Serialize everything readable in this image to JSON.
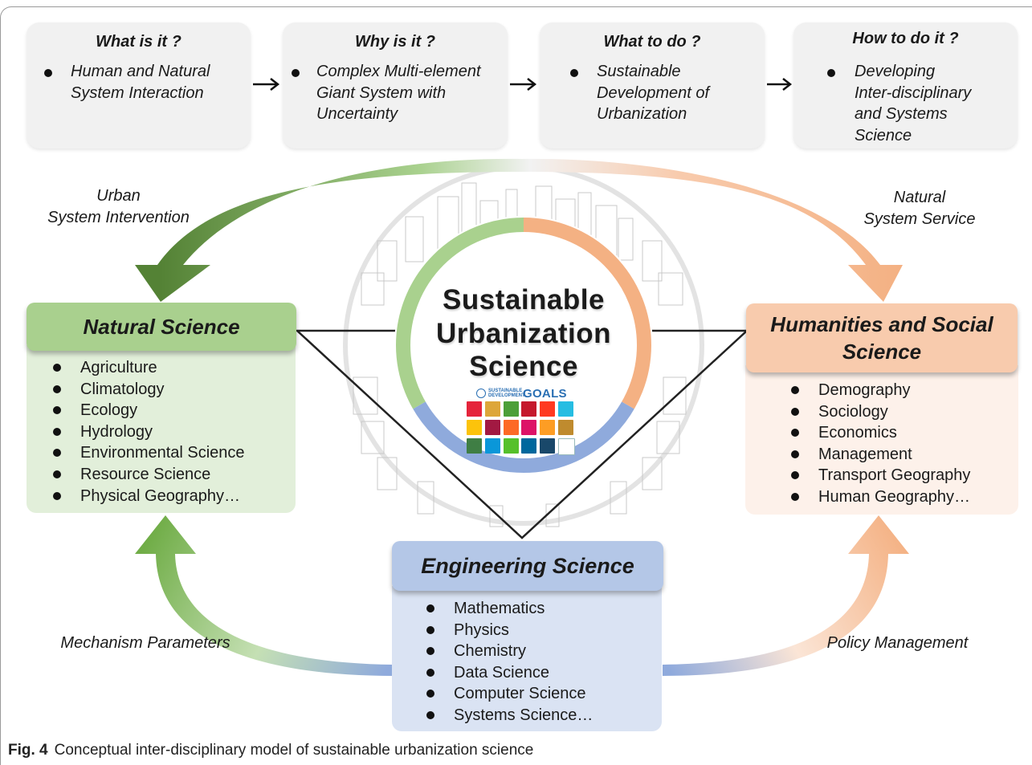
{
  "questions": [
    {
      "title": "What is it ?",
      "item": "Human and Natural\nSystem Interaction"
    },
    {
      "title": "Why is it ?",
      "item": "Complex Multi-element\nGiant System with\nUncertainty"
    },
    {
      "title": "What to do ?",
      "item": "Sustainable\nDevelopment of\nUrbanization"
    },
    {
      "title": "How to do it ?",
      "item": "Developing\nInter-disciplinary\nand Systems\nScience"
    }
  ],
  "center": {
    "title": "Sustainable Urbanization Science"
  },
  "sdg_logo": {
    "small_text": "SUSTAINABLE DEVELOPMENT",
    "word": "GOALS"
  },
  "sciences": {
    "natural": {
      "title": "Natural Science",
      "items": [
        "Agriculture",
        "Climatology",
        "Ecology",
        "Hydrology",
        "Environmental Science",
        "Resource Science",
        "Physical Geography…"
      ]
    },
    "humanities": {
      "title": "Humanities and Social Science",
      "items": [
        "Demography",
        "Sociology",
        "Economics",
        "Management",
        "Transport Geography",
        "Human Geography…"
      ]
    },
    "engineering": {
      "title": "Engineering Science",
      "items": [
        "Mathematics",
        "Physics",
        "Chemistry",
        "Data Science",
        "Computer Science",
        "Systems Science…"
      ]
    }
  },
  "flows": {
    "top_left": "Urban\nSystem Intervention",
    "top_right": "Natural\nSystem Service",
    "bottom_left": "Mechanism Parameters",
    "bottom_right": "Policy Management"
  },
  "caption": {
    "label": "Fig. 4",
    "text": "Conceptual inter-disciplinary model of sustainable urbanization science"
  },
  "colors": {
    "natural_head": "#a9d08e",
    "natural_body": "#e2efda",
    "humanities_head": "#f8cbad",
    "humanities_body": "#fdf1ea",
    "engineering_head": "#b4c7e7",
    "engineering_body": "#dae3f3",
    "arrow_green": "#548235",
    "arrow_orange": "#f4b183",
    "arrow_blue": "#8faadc",
    "ring_green": "#a9d18e",
    "ring_orange": "#f4b183",
    "ring_blue": "#8faadc",
    "sdg_tiles": [
      "#e5243b",
      "#dda63a",
      "#4c9f38",
      "#c5192d",
      "#ff3a21",
      "#26bde2",
      "#fcc30b",
      "#a21942",
      "#fd6925",
      "#dd1367",
      "#fd9d24",
      "#bf8b2e",
      "#3f7e44",
      "#0a97d9",
      "#56c02b",
      "#00689d",
      "#19486a",
      "#ffffff"
    ]
  }
}
